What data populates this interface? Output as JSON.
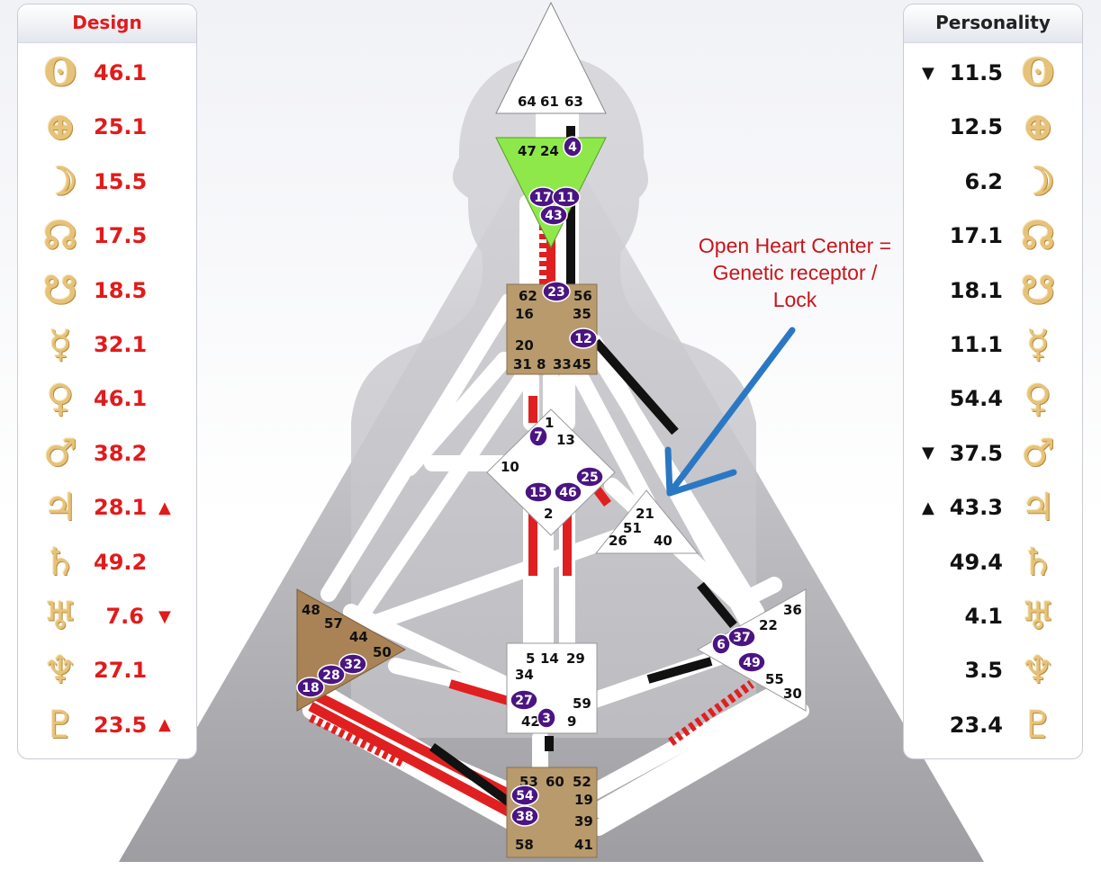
{
  "design": {
    "header": "Design",
    "rows": [
      {
        "glyph": "ʘ",
        "icon": "sun-icon",
        "value": "46.1",
        "arrow": ""
      },
      {
        "glyph": "⊕",
        "icon": "earth-icon",
        "value": "25.1",
        "arrow": ""
      },
      {
        "glyph": "☽",
        "icon": "moon-icon",
        "value": "15.5",
        "arrow": ""
      },
      {
        "glyph": "☊",
        "icon": "north-node-icon",
        "value": "17.5",
        "arrow": ""
      },
      {
        "glyph": "☋",
        "icon": "south-node-icon",
        "value": "18.5",
        "arrow": ""
      },
      {
        "glyph": "☿",
        "icon": "mercury-icon",
        "value": "32.1",
        "arrow": ""
      },
      {
        "glyph": "♀",
        "icon": "venus-icon",
        "value": "46.1",
        "arrow": ""
      },
      {
        "glyph": "♂",
        "icon": "mars-icon",
        "value": "38.2",
        "arrow": ""
      },
      {
        "glyph": "♃",
        "icon": "jupiter-icon",
        "value": "28.1",
        "arrow": "▲"
      },
      {
        "glyph": "♄",
        "icon": "saturn-icon",
        "value": "49.2",
        "arrow": ""
      },
      {
        "glyph": "♅",
        "icon": "uranus-icon",
        "value": "7.6",
        "arrow": "▼"
      },
      {
        "glyph": "♆",
        "icon": "neptune-icon",
        "value": "27.1",
        "arrow": ""
      },
      {
        "glyph": "♇",
        "icon": "pluto-icon",
        "value": "23.5",
        "arrow": "▲"
      }
    ]
  },
  "personality": {
    "header": "Personality",
    "rows": [
      {
        "glyph": "ʘ",
        "icon": "sun-icon",
        "value": "11.5",
        "arrow": "▼"
      },
      {
        "glyph": "⊕",
        "icon": "earth-icon",
        "value": "12.5",
        "arrow": ""
      },
      {
        "glyph": "☽",
        "icon": "moon-icon",
        "value": "6.2",
        "arrow": ""
      },
      {
        "glyph": "☊",
        "icon": "north-node-icon",
        "value": "17.1",
        "arrow": ""
      },
      {
        "glyph": "☋",
        "icon": "south-node-icon",
        "value": "18.1",
        "arrow": ""
      },
      {
        "glyph": "☿",
        "icon": "mercury-icon",
        "value": "11.1",
        "arrow": ""
      },
      {
        "glyph": "♀",
        "icon": "venus-icon",
        "value": "54.4",
        "arrow": ""
      },
      {
        "glyph": "♂",
        "icon": "mars-icon",
        "value": "37.5",
        "arrow": "▼"
      },
      {
        "glyph": "♃",
        "icon": "jupiter-icon",
        "value": "43.3",
        "arrow": "▲"
      },
      {
        "glyph": "♄",
        "icon": "saturn-icon",
        "value": "49.4",
        "arrow": ""
      },
      {
        "glyph": "♅",
        "icon": "uranus-icon",
        "value": "4.1",
        "arrow": ""
      },
      {
        "glyph": "♆",
        "icon": "neptune-icon",
        "value": "3.5",
        "arrow": ""
      },
      {
        "glyph": "♇",
        "icon": "pluto-icon",
        "value": "23.4",
        "arrow": ""
      }
    ]
  },
  "annotation": {
    "lines": [
      "Open Heart Center =",
      "Genetic receptor /",
      "Lock"
    ],
    "color": "#c8151b",
    "arrow_color": "#2a78c4"
  },
  "bodygraph": {
    "colors": {
      "head_center": "#ffffff",
      "ajna_center": "#8ee84a",
      "throat_center": "#b89a6c",
      "g_center": "#ffffff",
      "heart_center": "#ffffff",
      "spleen_center": "#a98355",
      "sacral_center": "#ffffff",
      "solar_plexus_center": "#ffffff",
      "root_center": "#b89a6c",
      "design_activation": "#e02020",
      "personality_activation": "#111111",
      "gate_bubble": "#4a1581"
    },
    "gates": [
      "64",
      "61",
      "63",
      "47",
      "24",
      "4",
      "17",
      "11",
      "43",
      "62",
      "23",
      "56",
      "16",
      "35",
      "20",
      "12",
      "31",
      "8",
      "33",
      "45",
      "1",
      "7",
      "13",
      "10",
      "15",
      "46",
      "25",
      "2",
      "21",
      "51",
      "26",
      "40",
      "48",
      "57",
      "44",
      "50",
      "32",
      "28",
      "18",
      "36",
      "22",
      "6",
      "37",
      "49",
      "55",
      "30",
      "5",
      "14",
      "29",
      "34",
      "27",
      "59",
      "42",
      "3",
      "9",
      "53",
      "60",
      "52",
      "54",
      "19",
      "38",
      "39",
      "58",
      "41"
    ]
  }
}
